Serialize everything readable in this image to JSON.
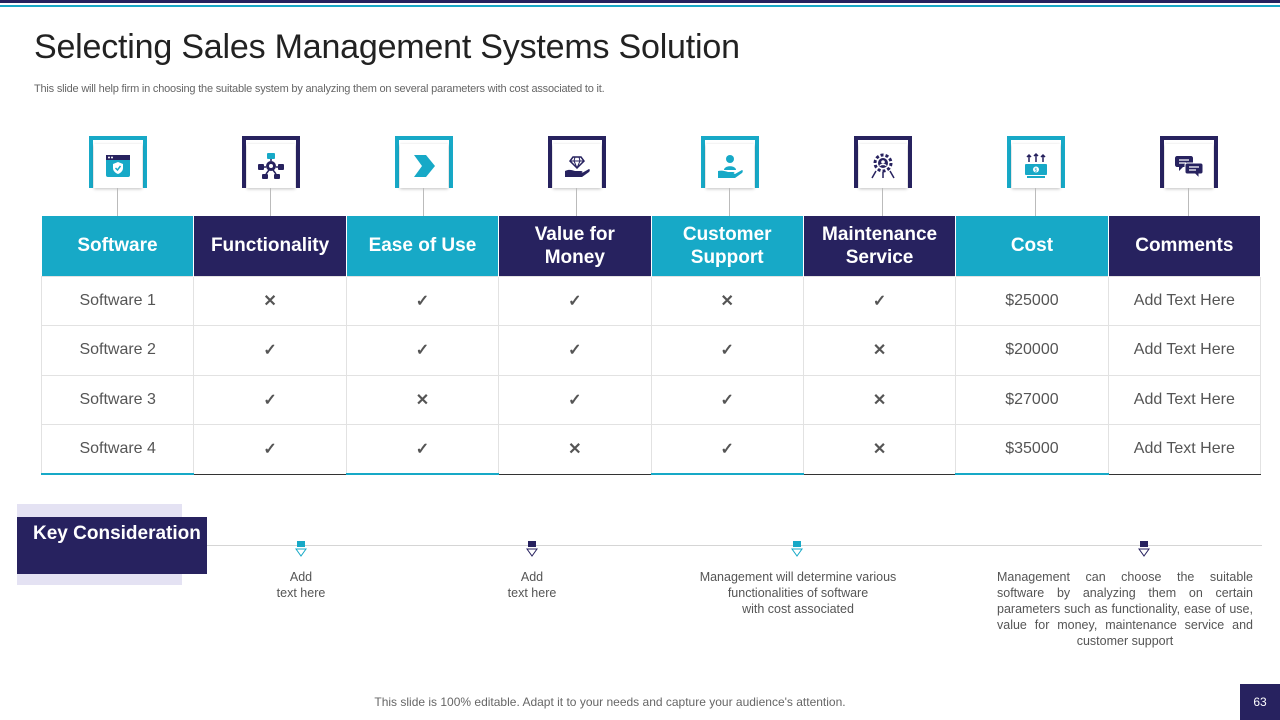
{
  "title": "Selecting Sales Management Systems Solution",
  "subtitle": "This slide will help firm in choosing the suitable system by analyzing them on several parameters with cost associated to it.",
  "colors": {
    "teal": "#17a9c7",
    "navy": "#27225f",
    "check": "#3f7d84",
    "cross": "#b0141c"
  },
  "icons": [
    "shield-browser-icon",
    "network-hub-icon",
    "arrow-right-icon",
    "diamond-hand-icon",
    "customer-support-icon",
    "maintenance-gear-icon",
    "cost-money-icon",
    "chat-bubbles-icon"
  ],
  "table": {
    "headers": [
      "Software",
      "Functionality",
      "Ease of Use",
      "Value for Money",
      "Customer Support",
      "Maintenance Service",
      "Cost",
      "Comments"
    ],
    "rows": [
      {
        "software": "Software 1",
        "functionality": "✕",
        "ease_of_use": "✓",
        "value_for_money": "✓",
        "customer_support": "✕",
        "maintenance_service": "✓",
        "cost": "$25000",
        "comments": "Add Text Here"
      },
      {
        "software": "Software 2",
        "functionality": "✓",
        "ease_of_use": "✓",
        "value_for_money": "✓",
        "customer_support": "✓",
        "maintenance_service": "✕",
        "cost": "$20000",
        "comments": "Add Text Here"
      },
      {
        "software": "Software 3",
        "functionality": "✓",
        "ease_of_use": "✕",
        "value_for_money": "✓",
        "customer_support": "✓",
        "maintenance_service": "✕",
        "cost": "$27000",
        "comments": "Add Text Here"
      },
      {
        "software": "Software 4",
        "functionality": "✓",
        "ease_of_use": "✓",
        "value_for_money": "✕",
        "customer_support": "✓",
        "maintenance_service": "✕",
        "cost": "$35000",
        "comments": "Add Text Here"
      }
    ]
  },
  "key_consideration": {
    "label": "Key Consideration",
    "points": [
      "Add\ntext here",
      "Add\ntext here",
      "Management will determine various\nfunctionalities of software\nwith cost associated",
      "Management can choose the suitable software by analyzing them on certain parameters such as functionality, ease of use, value for money, maintenance service and customer support"
    ]
  },
  "footer": "This slide is 100% editable. Adapt it to your needs and capture your audience's attention.",
  "page_number": "63"
}
